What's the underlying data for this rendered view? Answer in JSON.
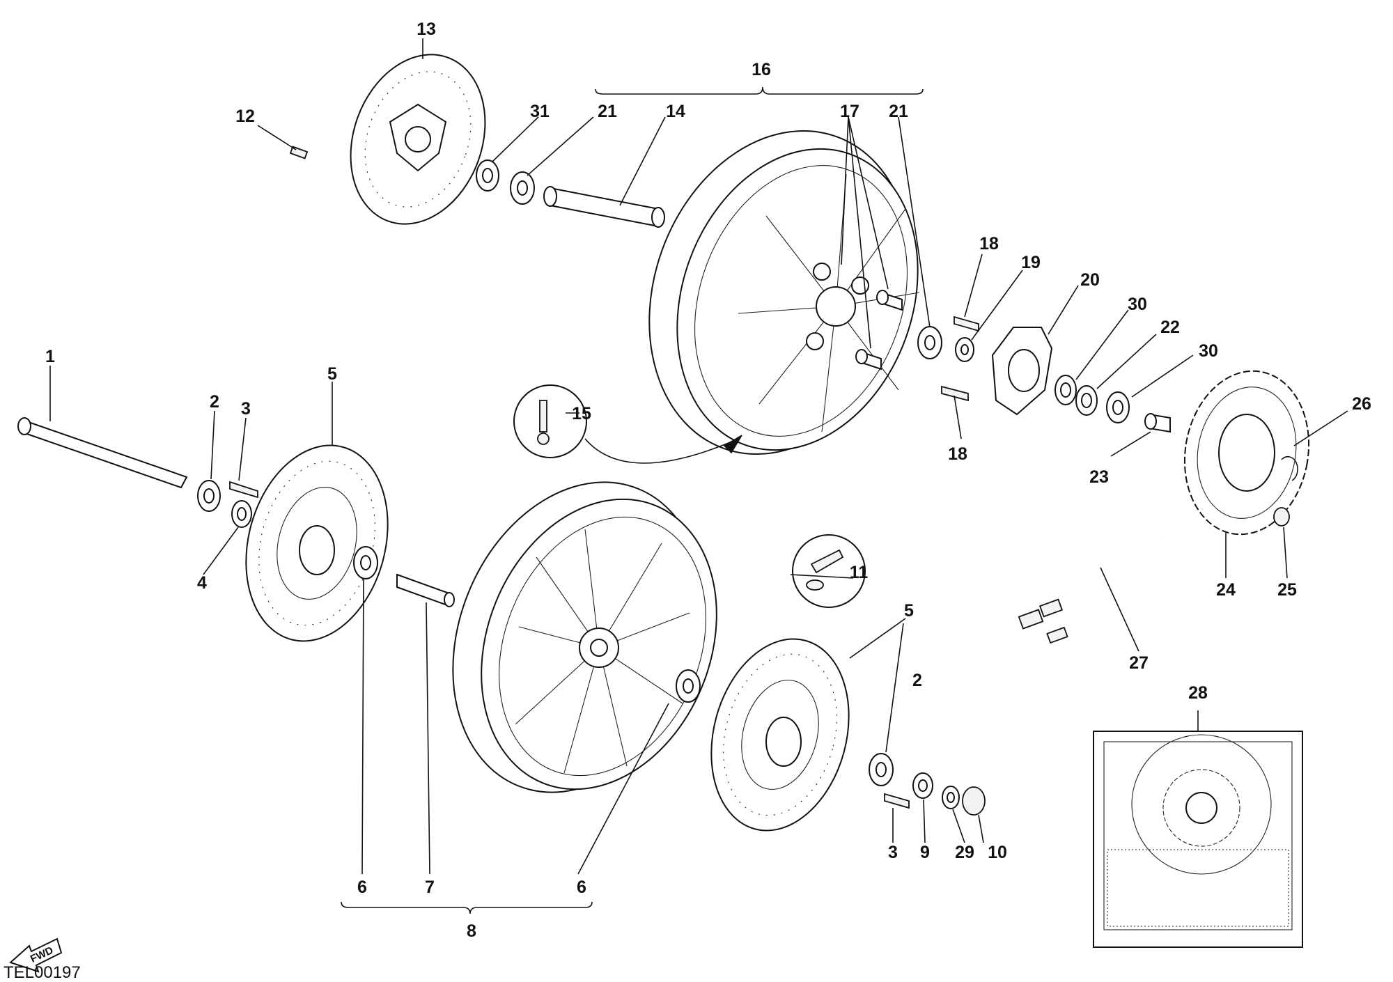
{
  "drawing_code": "TEL00197",
  "fwd_label": "FWD",
  "callouts": {
    "c1": "1",
    "c2a": "2",
    "c2b": "2",
    "c3a": "3",
    "c3b": "3",
    "c4": "4",
    "c5a": "5",
    "c5b": "5",
    "c6a": "6",
    "c6b": "6",
    "c7": "7",
    "c8": "8",
    "c9": "9",
    "c10": "10",
    "c11": "11",
    "c12": "12",
    "c13": "13",
    "c14": "14",
    "c15": "15",
    "c16": "16",
    "c17": "17",
    "c18a": "18",
    "c18b": "18",
    "c19": "19",
    "c20": "20",
    "c21a": "21",
    "c21b": "21",
    "c22": "22",
    "c23": "23",
    "c24": "24",
    "c25": "25",
    "c26": "26",
    "c27": "27",
    "c28": "28",
    "c29": "29",
    "c30a": "30",
    "c30b": "30",
    "c31": "31"
  }
}
